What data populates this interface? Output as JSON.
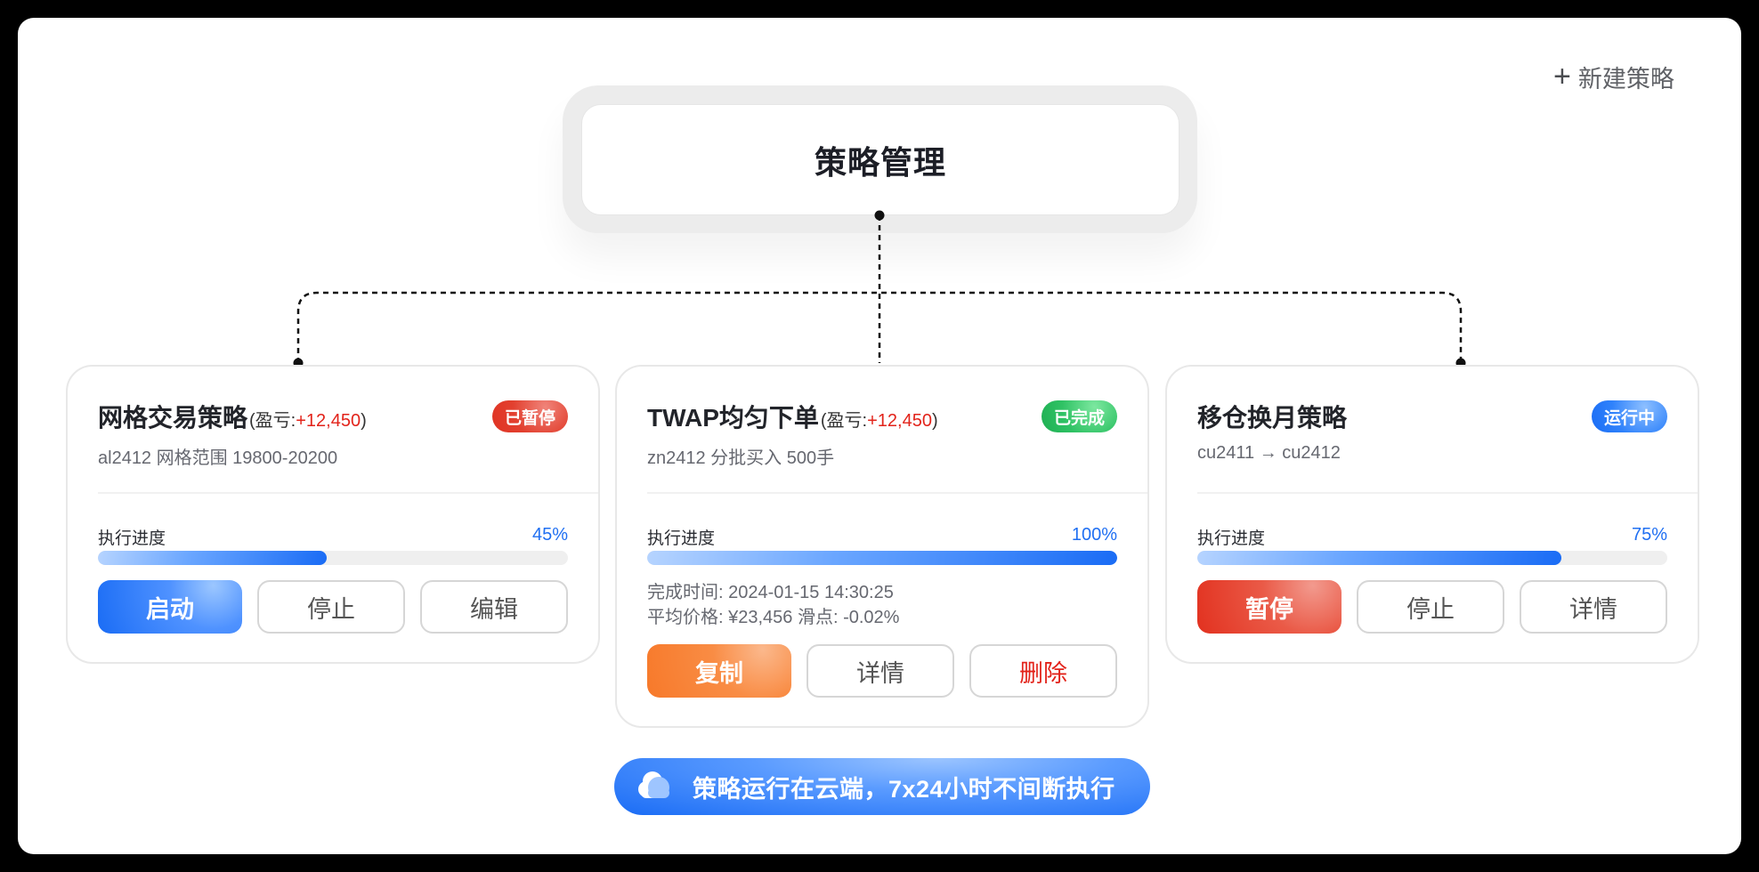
{
  "header": {
    "new_strategy_icon": "plus-icon",
    "new_strategy_label": "新建策略"
  },
  "root": {
    "title": "策略管理"
  },
  "cards": [
    {
      "title": "网格交易策略",
      "pnl_prefix": "(盈亏:",
      "pnl_value": "+12,450",
      "pnl_suffix": ")",
      "status": "已暂停",
      "status_color": "#e2402f",
      "subtitle": "al2412 网格范围 19800-20200",
      "progress_label": "执行进度",
      "progress_pct_text": "45%",
      "progress_value": 45,
      "buttons": [
        {
          "label": "启动",
          "style": "primary-blue"
        },
        {
          "label": "停止",
          "style": "outline"
        },
        {
          "label": "编辑",
          "style": "outline"
        }
      ]
    },
    {
      "title": "TWAP均匀下单",
      "pnl_prefix": "(盈亏:",
      "pnl_value": "+12,450",
      "pnl_suffix": ")",
      "status": "已完成",
      "status_color": "#2fc264",
      "subtitle": "zn2412 分批买入 500手",
      "progress_label": "执行进度",
      "progress_pct_text": "100%",
      "progress_value": 100,
      "info_lines": [
        "完成时间: 2024-01-15 14:30:25",
        "平均价格: ¥23,456 滑点: -0.02%"
      ],
      "buttons": [
        {
          "label": "复制",
          "style": "primary-orange"
        },
        {
          "label": "详情",
          "style": "outline"
        },
        {
          "label": "删除",
          "style": "outline danger"
        }
      ]
    },
    {
      "title": "移仓换月策略",
      "status": "运行中",
      "status_color": "#2f82fb",
      "subtitle": "cu2411 → cu2412",
      "progress_label": "执行进度",
      "progress_pct_text": "75%",
      "progress_value": 75,
      "buttons": [
        {
          "label": "暂停",
          "style": "primary-red"
        },
        {
          "label": "停止",
          "style": "outline"
        },
        {
          "label": "详情",
          "style": "outline"
        }
      ]
    }
  ],
  "banner": {
    "icon": "cloud-icon",
    "text": "策略运行在云端，7x24小时不间断执行"
  },
  "colors": {
    "accent_blue": "#1a6cf5",
    "danger_red": "#e2231a",
    "success_green": "#2fc264",
    "warning_orange": "#f7792a"
  }
}
